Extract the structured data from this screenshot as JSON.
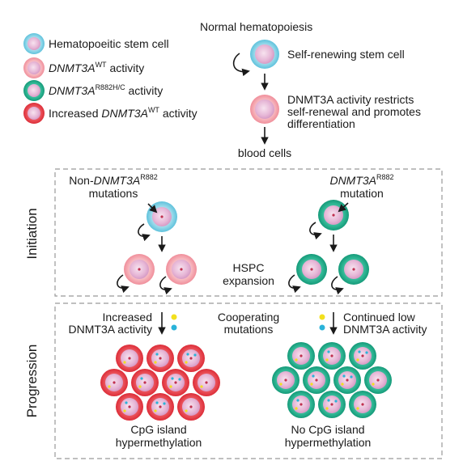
{
  "legend": {
    "items": [
      {
        "icon": "hsc-cell-icon",
        "text": [
          {
            "t": "Hematopoeitic stem cell"
          }
        ],
        "colors": {
          "outer": "#7dcfe4",
          "inner": "#e8b9d8"
        }
      },
      {
        "icon": "dnmt3a-wt-cell-icon",
        "text": [
          {
            "t": "DNMT3A",
            "i": true
          },
          {
            "t": "WT",
            "sup": true
          },
          {
            "t": " activity"
          }
        ],
        "colors": {
          "outer": "#f4a3ad",
          "inner": "#e8b9d8"
        }
      },
      {
        "icon": "dnmt3a-r882-cell-icon",
        "text": [
          {
            "t": "DNMT3A",
            "i": true
          },
          {
            "t": "R882H/C",
            "sup": true
          },
          {
            "t": " activity"
          }
        ],
        "colors": {
          "outer": "#22b391",
          "inner": "#e8b9d8"
        }
      },
      {
        "icon": "increased-dnmt3a-wt-cell-icon",
        "text": [
          {
            "t": "Increased "
          },
          {
            "t": "DNMT3A",
            "i": true
          },
          {
            "t": "WT",
            "sup": true
          },
          {
            "t": " activity"
          }
        ],
        "colors": {
          "outer": "#e8434c",
          "inner": "#e8b9d8"
        }
      }
    ]
  },
  "normal": {
    "title": "Normal hematopoiesis",
    "self_renew_label": "Self-renewing stem cell",
    "restrict_label": [
      "DNMT3A activity restricts",
      "self-renewal and promotes",
      "differentiation"
    ],
    "output_label": "blood cells"
  },
  "initiation": {
    "side_label": "Initiation",
    "left_label_line1": [
      {
        "t": "Non-"
      },
      {
        "t": "DNMT3A",
        "i": true
      },
      {
        "t": "R882",
        "sup": true
      }
    ],
    "left_label_line2": "mutations",
    "right_label_line1": [
      {
        "t": "DNMT3A",
        "i": true
      },
      {
        "t": "R882",
        "sup": true
      }
    ],
    "right_label_line2": "mutation",
    "center_label": [
      "HSPC",
      "expansion"
    ]
  },
  "progression": {
    "side_label": "Progression",
    "left_label": [
      "Increased",
      "DNMT3A activity"
    ],
    "center_label": [
      "Cooperating",
      "mutations"
    ],
    "right_label": [
      "Continued low",
      "DNMT3A activity"
    ],
    "left_result": [
      "CpG island",
      "hypermethylation"
    ],
    "right_result": [
      "No CpG island",
      "hypermethylation"
    ],
    "mutation_dot_colors": [
      "#f2e01e",
      "#2ab3d9"
    ]
  },
  "colors": {
    "hsc_blue": "#7dcfe4",
    "wt_pink": "#f4a3ad",
    "r882_green": "#22b391",
    "increased_red": "#e8434c",
    "inner_pink": "#e8b9d8",
    "box_border": "#999999",
    "text": "#1a1a1a"
  }
}
